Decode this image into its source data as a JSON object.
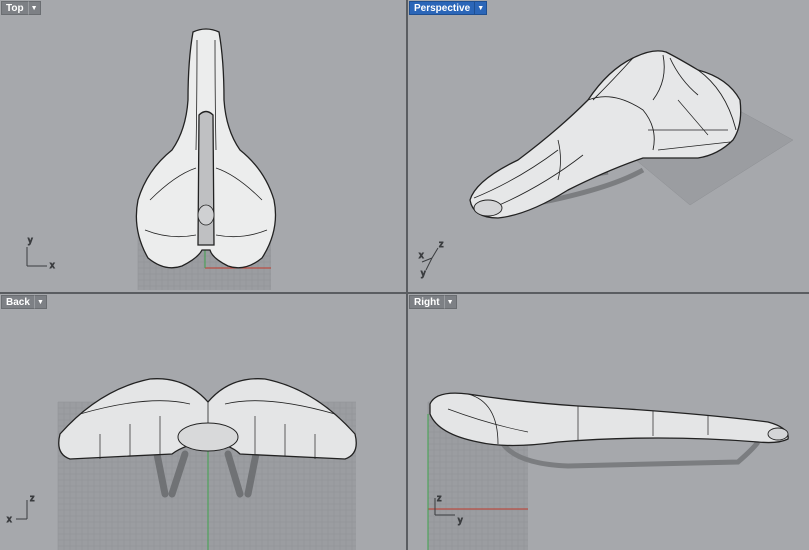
{
  "viewports": {
    "top": {
      "label": "Top",
      "axes": {
        "a": "y",
        "b": "x"
      }
    },
    "perspective": {
      "label": "Perspective",
      "axes": {
        "a": "z",
        "b": "x",
        "c": "y"
      }
    },
    "back": {
      "label": "Back",
      "axes": {
        "a": "z",
        "b": "x"
      }
    },
    "right": {
      "label": "Right",
      "axes": {
        "a": "z",
        "b": "y"
      }
    }
  },
  "icons": {
    "dropdown": "triangle-down-icon"
  },
  "colors": {
    "active_tab": "#2b66b8",
    "viewport_bg": "#a6a8ac",
    "x_axis": "#c0392b",
    "y_axis": "#3fa34d",
    "grid": "#8e9094"
  }
}
